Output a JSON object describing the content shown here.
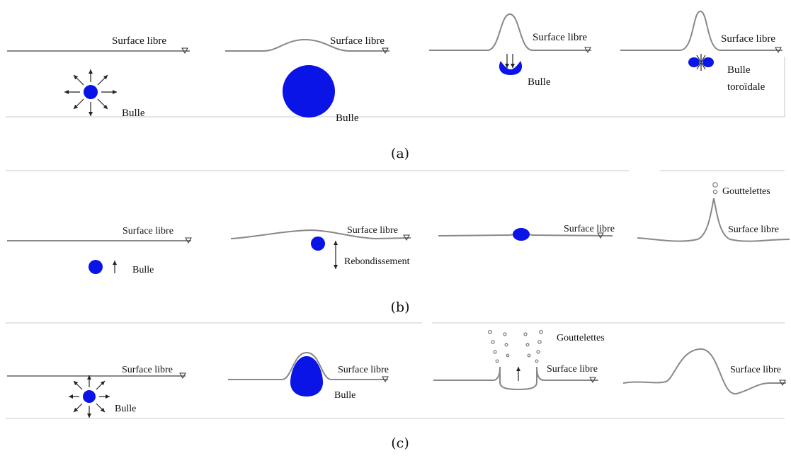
{
  "row_a": {
    "caption": "(a)",
    "panels": [
      {
        "surface": "Surface libre",
        "bubble": "Bulle"
      },
      {
        "surface": "Surface libre",
        "bubble": "Bulle"
      },
      {
        "surface": "Surface libre",
        "bubble": "Bulle"
      },
      {
        "surface": "Surface libre",
        "bubble_line1": "Bulle",
        "bubble_line2": "toroïdale"
      }
    ]
  },
  "row_b": {
    "caption": "(b)",
    "panels": [
      {
        "surface": "Surface libre",
        "bubble": "Bulle"
      },
      {
        "surface": "Surface libre",
        "rebound": "Rebondissement"
      },
      {
        "surface": "Surface libre"
      },
      {
        "surface": "Surface libre",
        "droplets": "Gouttelettes"
      }
    ]
  },
  "row_c": {
    "caption": "(c)",
    "panels": [
      {
        "surface": "Surface libre",
        "bubble": "Bulle"
      },
      {
        "surface": "Surface libre",
        "bubble": "Bulle"
      },
      {
        "surface": "Surface libre",
        "droplets": "Gouttelettes"
      },
      {
        "surface": "Surface libre"
      }
    ]
  },
  "colors": {
    "bubble": "#0a14e6",
    "surface": "#888888"
  }
}
